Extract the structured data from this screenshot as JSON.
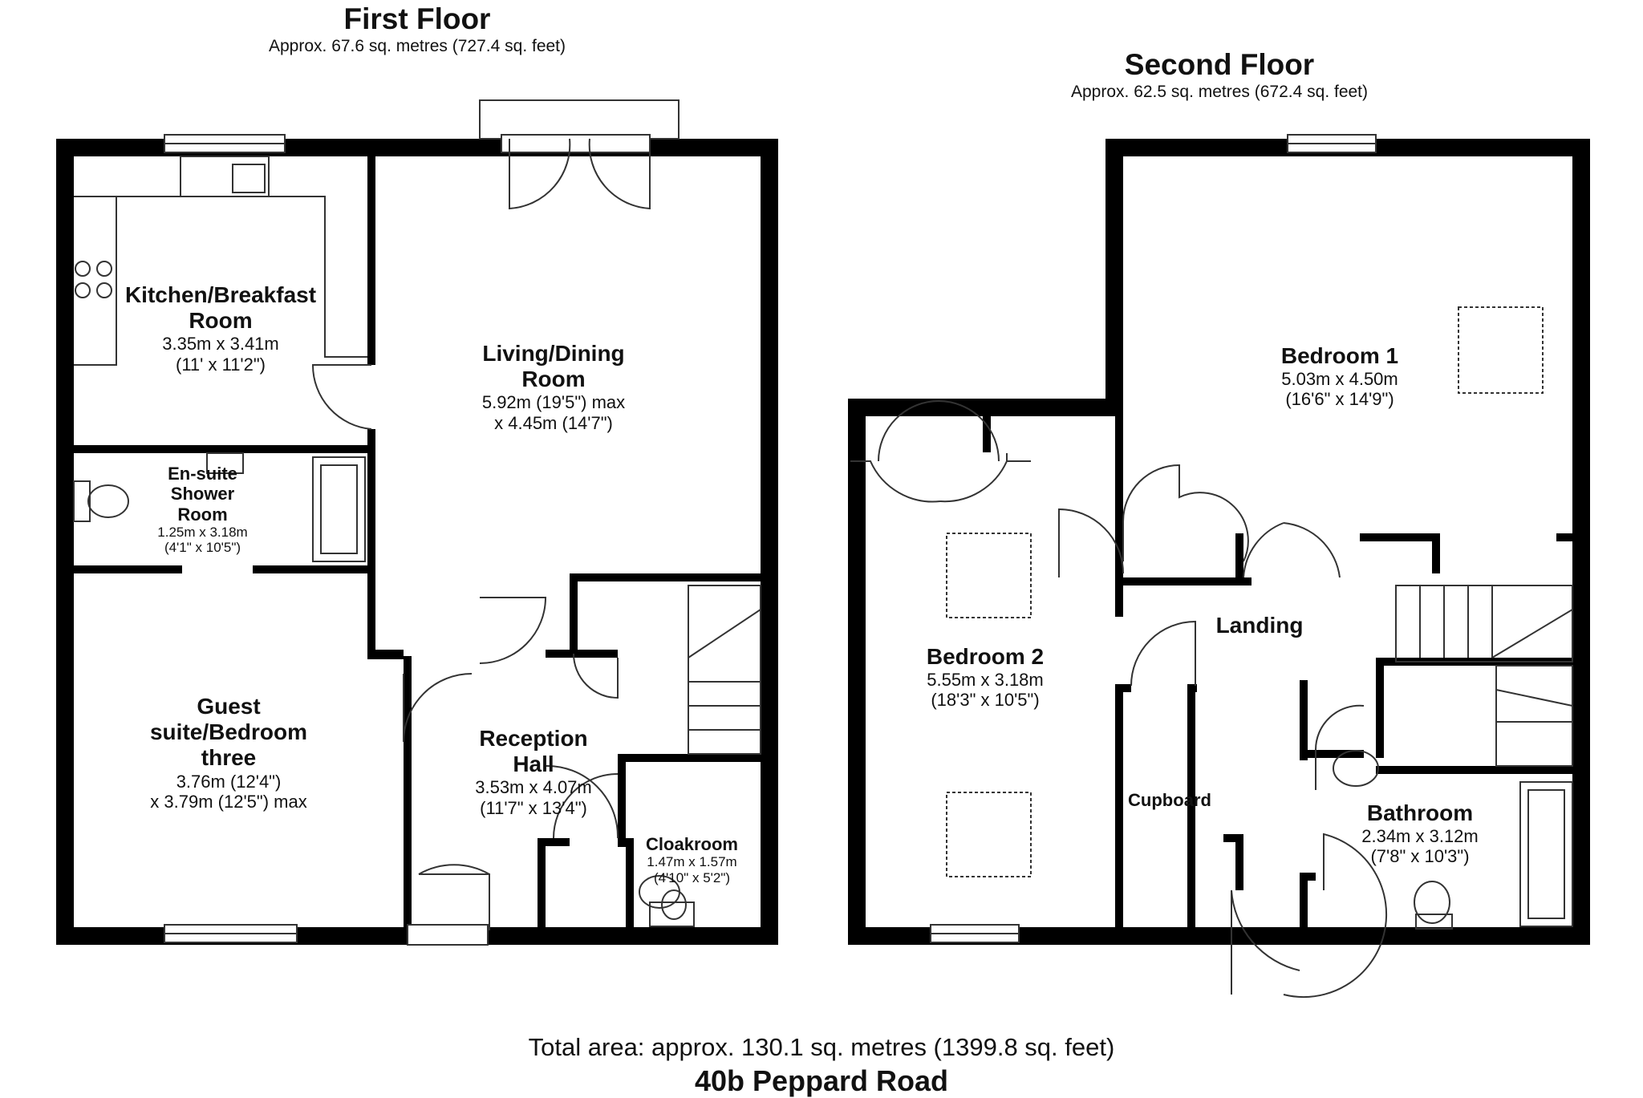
{
  "first_floor": {
    "title": "First Floor",
    "area": "Approx. 67.6 sq. metres (727.4 sq. feet)",
    "rooms": {
      "kitchen": {
        "name_1": "Kitchen/Breakfast",
        "name_2": "Room",
        "dim_1": "3.35m x 3.41m",
        "dim_2": "(11' x 11'2\")"
      },
      "living": {
        "name_1": "Living/Dining",
        "name_2": "Room",
        "dim_1": "5.92m (19'5\") max",
        "dim_2": "x 4.45m (14'7\")"
      },
      "ensuite": {
        "name_1": "En-suite",
        "name_2": "Shower",
        "name_3": "Room",
        "dim_1": "1.25m x 3.18m",
        "dim_2": "(4'1\" x 10'5\")"
      },
      "guest": {
        "name_1": "Guest",
        "name_2": "suite/Bedroom",
        "name_3": "three",
        "dim_1": "3.76m (12'4\")",
        "dim_2": "x 3.79m (12'5\") max"
      },
      "reception": {
        "name_1": "Reception",
        "name_2": "Hall",
        "dim_1": "3.53m x 4.07m",
        "dim_2": "(11'7\" x 13'4\")"
      },
      "cloakroom": {
        "name_1": "Cloakroom",
        "dim_1": "1.47m x 1.57m",
        "dim_2": "(4'10\" x 5'2\")"
      }
    }
  },
  "second_floor": {
    "title": "Second Floor",
    "area": "Approx. 62.5 sq. metres (672.4 sq. feet)",
    "rooms": {
      "bedroom1": {
        "name_1": "Bedroom 1",
        "dim_1": "5.03m x 4.50m",
        "dim_2": "(16'6\" x 14'9\")"
      },
      "bedroom2": {
        "name_1": "Bedroom 2",
        "dim_1": "5.55m x 3.18m",
        "dim_2": "(18'3\" x 10'5\")"
      },
      "landing": {
        "name_1": "Landing"
      },
      "cupboard": {
        "name_1": "Cupboard"
      },
      "bathroom": {
        "name_1": "Bathroom",
        "dim_1": "2.34m x 3.12m",
        "dim_2": "(7'8\" x 10'3\")"
      }
    }
  },
  "footer": {
    "total": "Total area: approx. 130.1 sq. metres (1399.8 sq. feet)",
    "address": "40b Peppard Road"
  },
  "colors": {
    "wall": "#000000",
    "fixture_line": "#333333",
    "background": "#ffffff"
  }
}
